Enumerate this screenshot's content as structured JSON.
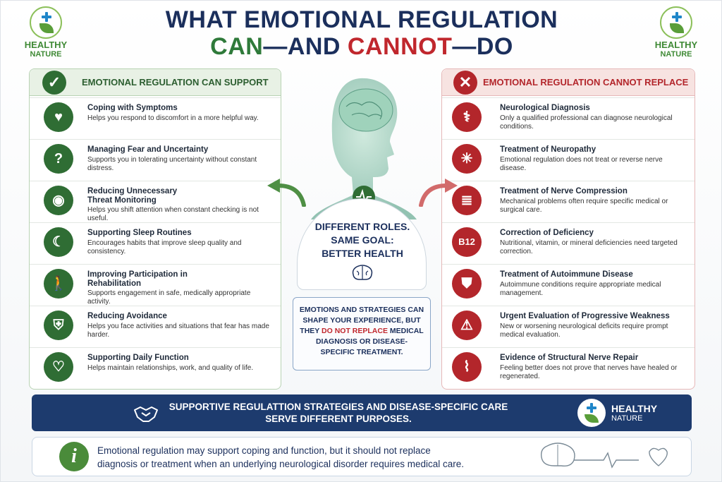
{
  "title": {
    "line1": "WHAT EMOTIONAL REGULATION",
    "can": "CAN",
    "dash1": "—AND ",
    "cannot": "CANNOT",
    "dash2": "—DO"
  },
  "brand": {
    "line1": "HEALTHY",
    "line2": "NATURE"
  },
  "left_panel": {
    "heading": "EMOTIONAL REGULATION CAN SUPPORT",
    "items": [
      {
        "icon": "heart-head-icon",
        "title": "Coping with Symptoms",
        "desc": "Helps you respond to discomfort in a more helpful way."
      },
      {
        "icon": "question-head-icon",
        "title": "Managing Fear and Uncertainty",
        "desc": "Supports you in tolerating uncertainty without constant distress."
      },
      {
        "icon": "eye-icon",
        "title": "Reducing Unnecessary Threat Monitoring",
        "desc": "Helps you shift attention when constant checking is not useful."
      },
      {
        "icon": "moon-icon",
        "title": "Supporting Sleep Routines",
        "desc": "Encourages habits that improve sleep quality and consistency."
      },
      {
        "icon": "walking-person-icon",
        "title": "Improving Participation in Rehabilitation",
        "desc": "Supports engagement in safe, medically appropriate activity."
      },
      {
        "icon": "shield-icon",
        "title": "Reducing Avoidance",
        "desc": "Helps you face activities and situations that fear has made harder."
      },
      {
        "icon": "hands-heart-icon",
        "title": "Supporting Daily Function",
        "desc": "Helps maintain relationships, work, and quality of life."
      }
    ]
  },
  "right_panel": {
    "heading": "EMOTIONAL REGULATION CANNOT REPLACE",
    "items": [
      {
        "icon": "stethoscope-icon",
        "title": "Neurological Diagnosis",
        "desc": "Only a qualified professional can diagnose neurological conditions."
      },
      {
        "icon": "neuron-icon",
        "title": "Treatment of Neuropathy",
        "desc": "Emotional regulation does not treat or reverse nerve disease."
      },
      {
        "icon": "spine-icon",
        "title": "Treatment of Nerve Compression",
        "desc": "Mechanical problems often require specific medical or surgical care."
      },
      {
        "icon": "b12-icon",
        "title": "Correction of Deficiency",
        "desc": "Nutritional, vitamin, or mineral deficiencies need targeted correction."
      },
      {
        "icon": "autoimmune-shield-icon",
        "title": "Treatment of Autoimmune Disease",
        "desc": "Autoimmune conditions require appropriate medical management."
      },
      {
        "icon": "warning-icon",
        "title": "Urgent Evaluation of Progressive Weakness",
        "desc": "New or worsening neurological deficits require prompt medical evaluation."
      },
      {
        "icon": "dna-icon",
        "title": "Evidence of Structural Nerve Repair",
        "desc": "Feeling better does not prove that nerves have healed or regenerated."
      }
    ],
    "b12_label": "B12"
  },
  "center": {
    "roles_line1": "DIFFERENT ROLES.",
    "roles_line2": "SAME GOAL:",
    "roles_line3": "BETTER HEALTH",
    "box_part1": "EMOTIONS AND STRATEGIES CAN SHAPE YOUR EXPERIENCE, BUT THEY ",
    "box_red": "DO NOT REPLACE",
    "box_part2": " MEDICAL DIAGNOSIS OR DISEASE-SPECIFIC TREATMENT."
  },
  "banner": {
    "line1": "SUPPORTIVE REGULATTION STRATEGIES AND DISEASE-SPECIFIC CARE",
    "line2": "SERVE DIFFERENT PURPOSES."
  },
  "footer": {
    "line1": "Emotional regulation may support coping and function, but it should not replace",
    "line2": "diagnosis or treatment when an underlying neurological disorder requires medical care."
  },
  "colors": {
    "navy": "#1b2f5c",
    "green": "#2f6d34",
    "red": "#b3262b",
    "banner": "#1d3b6e"
  }
}
